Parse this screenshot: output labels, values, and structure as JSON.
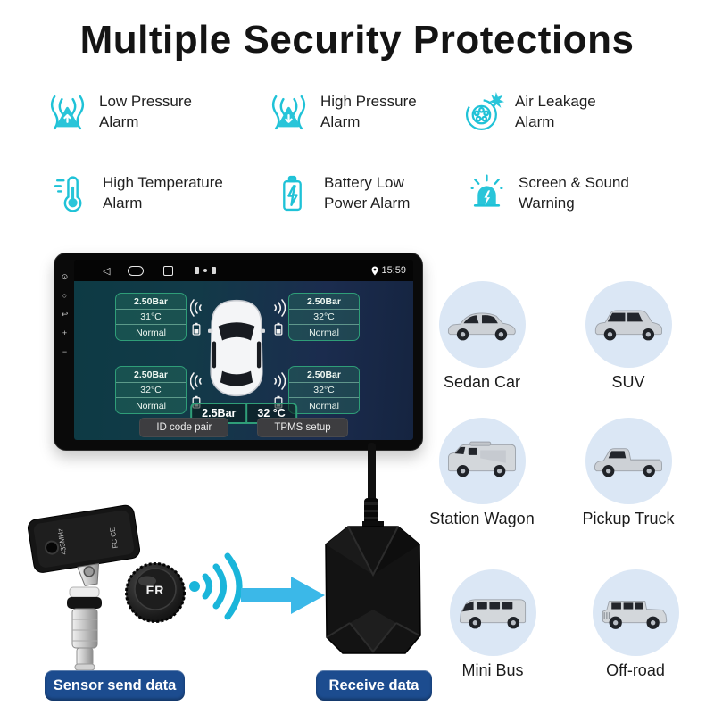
{
  "title": "Multiple Security Protections",
  "colors": {
    "accent_cyan": "#1fc2d7",
    "tile_green": "#2f9e78",
    "label_blue": "#1c4c8f",
    "arrow_blue": "#3bb8e8",
    "screen_teal": "#0d3a44",
    "screen_navy": "#1b2c4e"
  },
  "features": [
    {
      "icon": "low-pressure-icon",
      "line1": "Low Pressure",
      "line2": "Alarm"
    },
    {
      "icon": "high-pressure-icon",
      "line1": "High Pressure",
      "line2": "Alarm"
    },
    {
      "icon": "air-leakage-icon",
      "line1": "Air Leakage",
      "line2": "Alarm"
    },
    {
      "icon": "high-temperature-icon",
      "line1": "High Temperature",
      "line2": "Alarm"
    },
    {
      "icon": "battery-low-icon",
      "line1": "Battery Low",
      "line2": "Power Alarm"
    },
    {
      "icon": "screen-sound-icon",
      "line1": "Screen & Sound",
      "line2": "Warning"
    }
  ],
  "head_unit": {
    "status_bar": {
      "time": "15:59"
    },
    "tiles": [
      {
        "pressure": "2.50Bar",
        "temp": "31°C",
        "status": "Normal"
      },
      {
        "pressure": "2.50Bar",
        "temp": "32°C",
        "status": "Normal"
      },
      {
        "pressure": "2.50Bar",
        "temp": "32°C",
        "status": "Normal"
      },
      {
        "pressure": "2.50Bar",
        "temp": "32°C",
        "status": "Normal"
      }
    ],
    "summary": {
      "pressure": "2.5Bar",
      "temp": "32 °C"
    },
    "buttons": [
      {
        "label": "ID code pair"
      },
      {
        "label": "TPMS setup"
      }
    ]
  },
  "sensor": {
    "cap_label": "FR",
    "marking1": "433MHz",
    "marking2": "FC CE",
    "send_label": "Sensor send data"
  },
  "receiver": {
    "label": "Receive data"
  },
  "vehicles": [
    {
      "label": "Sedan Car"
    },
    {
      "label": "SUV"
    },
    {
      "label": "Station Wagon"
    },
    {
      "label": "Pickup Truck"
    },
    {
      "label": "Mini Bus"
    },
    {
      "label": "Off-road"
    }
  ]
}
